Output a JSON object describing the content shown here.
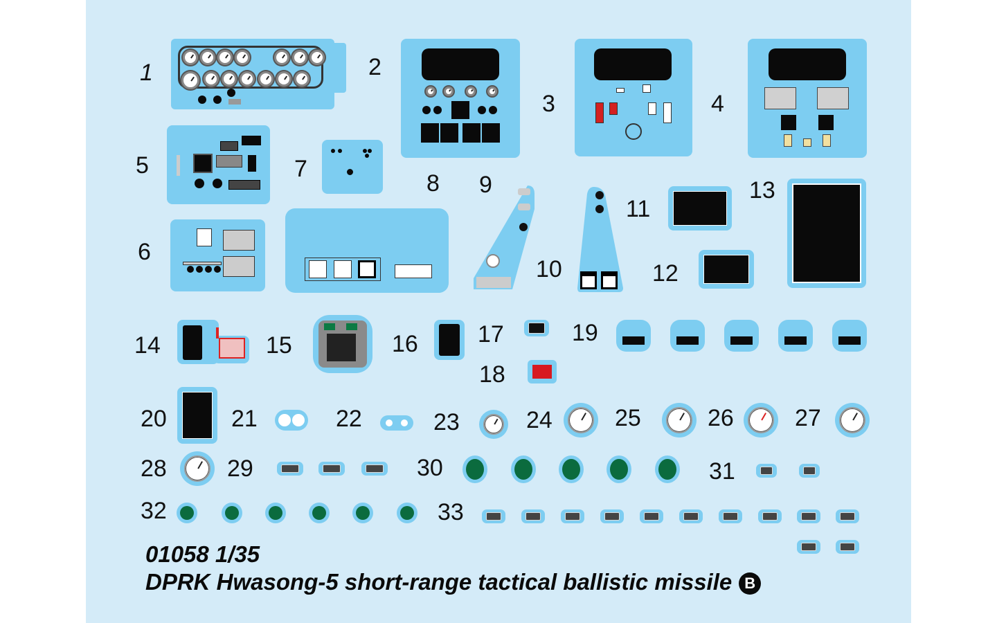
{
  "sheet": {
    "product_code": "01058 1/35",
    "title": "DPRK Hwasong-5 short-range tactical ballistic missile",
    "sheet_badge": "B",
    "background_color": "#d4ebf8",
    "decal_color": "#7dcdf1"
  },
  "labels": [
    "1",
    "2",
    "3",
    "4",
    "5",
    "6",
    "7",
    "8",
    "9",
    "10",
    "11",
    "12",
    "13",
    "14",
    "15",
    "16",
    "17",
    "18",
    "19",
    "20",
    "21",
    "22",
    "23",
    "24",
    "25",
    "26",
    "27",
    "28",
    "29",
    "30",
    "31",
    "32",
    "33"
  ]
}
